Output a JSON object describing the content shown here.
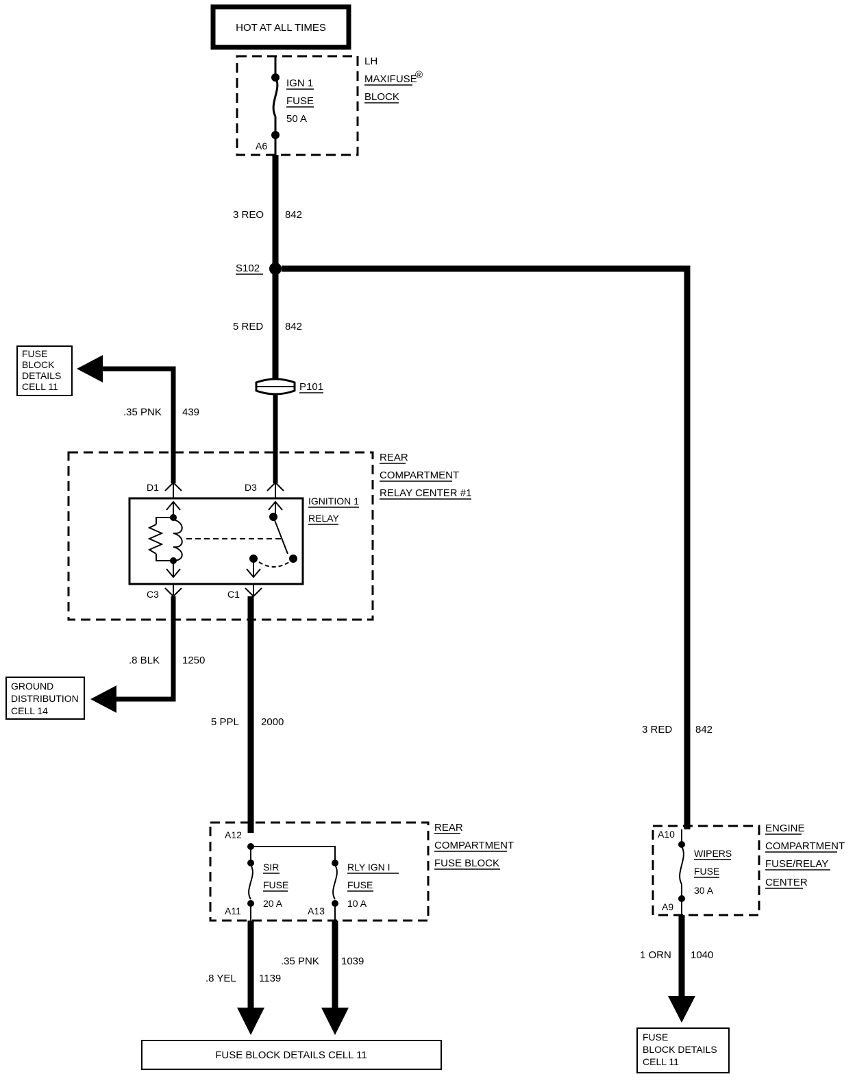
{
  "power_source": "HOT AT ALL TIMES",
  "lh_maxifuse": {
    "block_label": [
      "LH",
      "MAXIFUSE",
      "BLOCK"
    ],
    "registered_mark": "®",
    "fuse_label": [
      "IGN 1",
      "FUSE",
      "50 A"
    ],
    "terminal": "A6"
  },
  "wires": {
    "w842_top": {
      "gauge_color": "3 REO",
      "circuit": "842"
    },
    "w842_mid": {
      "gauge_color": "5 RED",
      "circuit": "842"
    },
    "w842_right": {
      "gauge_color": "3 RED",
      "circuit": "842"
    },
    "w439": {
      "gauge_color": ".35 PNK",
      "circuit": "439"
    },
    "w1250": {
      "gauge_color": ".8 BLK",
      "circuit": "1250"
    },
    "w2000": {
      "gauge_color": "5 PPL",
      "circuit": "2000"
    },
    "w1139": {
      "gauge_color": ".8 YEL",
      "circuit": "1139"
    },
    "w1039": {
      "gauge_color": ".35 PNK",
      "circuit": "1039"
    },
    "w1040": {
      "gauge_color": "1 ORN",
      "circuit": "1040"
    }
  },
  "splice": "S102",
  "passthrough": "P101",
  "relay_center": {
    "label": [
      "REAR",
      "COMPARTMENT",
      "RELAY CENTER #1"
    ],
    "relay_label": [
      "IGNITION 1",
      "RELAY"
    ],
    "terminals": {
      "d1": "D1",
      "d3": "D3",
      "c3": "C3",
      "c1": "C1"
    }
  },
  "rear_fuse_block": {
    "label": [
      "REAR",
      "COMPARTMENT",
      "FUSE BLOCK"
    ],
    "terminals": {
      "a12": "A12",
      "a11": "A11",
      "a13": "A13"
    },
    "sir_fuse": [
      "SIR",
      "FUSE",
      "20 A"
    ],
    "rly_fuse": [
      "RLY IGN I",
      "FUSE",
      "10 A"
    ]
  },
  "engine_center": {
    "label": [
      "ENGINE",
      "COMPARTMENT",
      "FUSE/RELAY",
      "CENTER"
    ],
    "terminals": {
      "a10": "A10",
      "a9": "A9"
    },
    "fuse": [
      "WIPERS",
      "FUSE",
      "30 A"
    ]
  },
  "refs": {
    "fuse_block_top_left": [
      "FUSE",
      "BLOCK",
      "DETAILS",
      "CELL 11"
    ],
    "ground_distribution": [
      "GROUND",
      "DISTRIBUTION",
      "CELL 14"
    ],
    "fuse_block_bottom": "FUSE BLOCK DETAILS CELL 11",
    "fuse_block_bottom_right": [
      "FUSE",
      "BLOCK DETAILS",
      "CELL 11"
    ]
  }
}
